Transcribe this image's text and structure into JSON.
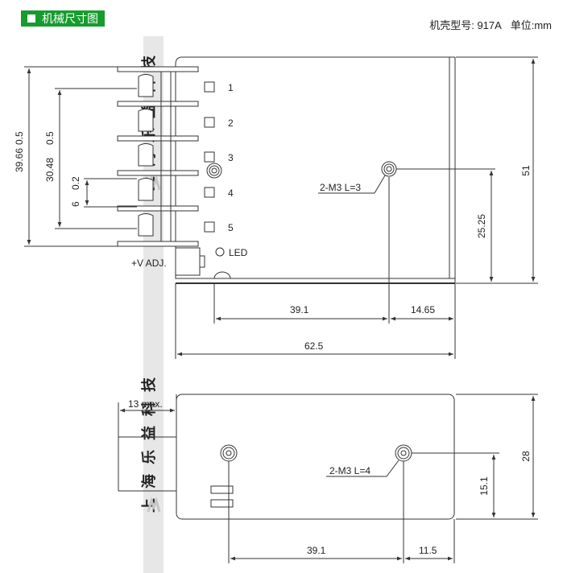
{
  "header": {
    "title": "机械尺寸图",
    "model_label": "机壳型号:",
    "model_value": "917A",
    "unit_label": "单位:mm"
  },
  "watermark": {
    "chars": [
      "上",
      "海",
      "乐",
      "益",
      "科",
      "技"
    ]
  },
  "top_view": {
    "terminals": [
      "1",
      "2",
      "3",
      "4",
      "5"
    ],
    "led_label": "LED",
    "adj_label": "+V ADJ.",
    "mount_label": "2-M3 L=3",
    "dims": {
      "overall_height": "39.66",
      "overall_height_tol": "0.5",
      "pitch_span": "30.48",
      "pitch_span_tol": "0.5",
      "pitch": "6",
      "pitch_tol": "0.2",
      "hole_x": "39.1",
      "hole_right": "14.65",
      "length": "62.5",
      "width": "51",
      "hole_y": "25.25"
    }
  },
  "side_view": {
    "mount_label": "2-M3 L=4",
    "dims": {
      "terminal_depth": "13 max.",
      "height": "28",
      "hole_y": "15.1",
      "hole_x": "39.1",
      "hole_right": "11.5"
    }
  }
}
